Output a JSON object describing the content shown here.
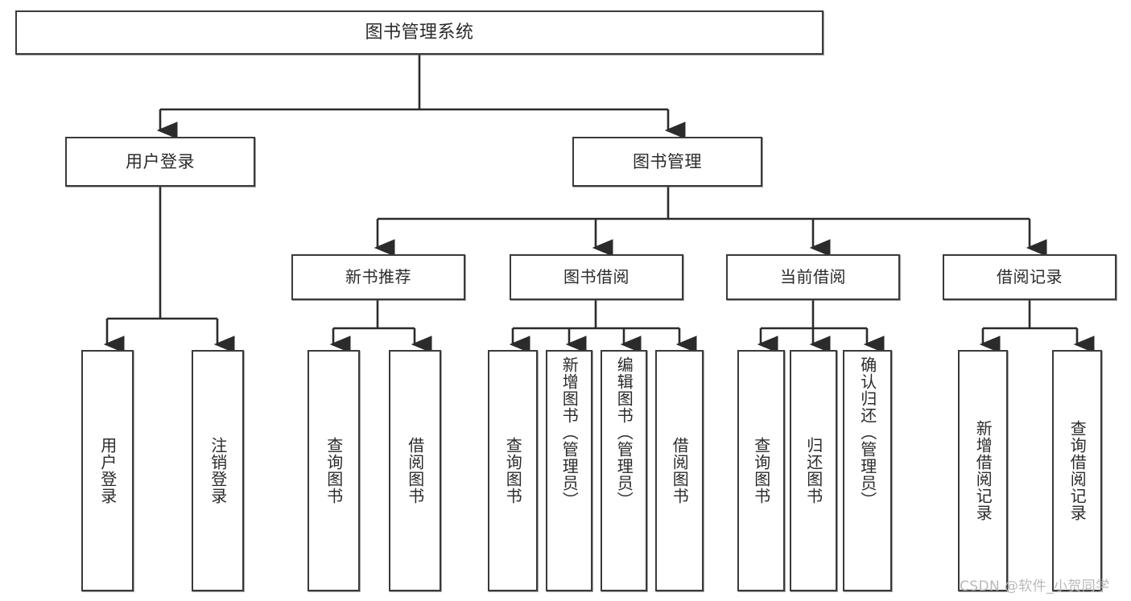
{
  "diagram": {
    "title": "图书管理系统",
    "type": "tree-hierarchy-chart",
    "watermark": "CSDN @软件_小贺同学",
    "colors": {
      "box_border": "#3a3a3a",
      "box_fill": "#ffffff",
      "edge": "#2b2b2b",
      "text": "#2b2b2b",
      "watermark": "#b9b9b9",
      "background": "#ffffff"
    },
    "levels": {
      "root": {
        "label": "图书管理系统"
      },
      "level2": [
        {
          "label": "用户登录"
        },
        {
          "label": "图书管理"
        }
      ],
      "level3": [
        {
          "label": "新书推荐"
        },
        {
          "label": "图书借阅"
        },
        {
          "label": "当前借阅"
        },
        {
          "label": "借阅记录"
        }
      ],
      "leaves": {
        "user_login": [
          {
            "label": "用户登录"
          },
          {
            "label": "注销登录"
          }
        ],
        "new_book_recommend": [
          {
            "label": "查询图书"
          },
          {
            "label": "借阅图书"
          }
        ],
        "book_borrow": [
          {
            "label": "查询图书"
          },
          {
            "label": "新增图书（管理员）"
          },
          {
            "label": "编辑图书（管理员）"
          },
          {
            "label": "借阅图书"
          }
        ],
        "current_borrow": [
          {
            "label": "查询图书"
          },
          {
            "label": "归还图书"
          },
          {
            "label": "确认归还（管理员）"
          }
        ],
        "borrow_record": [
          {
            "label": "新增借阅记录"
          },
          {
            "label": "查询借阅记录"
          }
        ]
      }
    }
  },
  "chart_data": {
    "type": "tree",
    "title": "图书管理系统",
    "root": {
      "label": "图书管理系统",
      "children": [
        {
          "label": "用户登录",
          "children": [
            {
              "label": "用户登录"
            },
            {
              "label": "注销登录"
            }
          ]
        },
        {
          "label": "图书管理",
          "children": [
            {
              "label": "新书推荐",
              "children": [
                {
                  "label": "查询图书"
                },
                {
                  "label": "借阅图书"
                }
              ]
            },
            {
              "label": "图书借阅",
              "children": [
                {
                  "label": "查询图书"
                },
                {
                  "label": "新增图书（管理员）"
                },
                {
                  "label": "编辑图书（管理员）"
                },
                {
                  "label": "借阅图书"
                }
              ]
            },
            {
              "label": "当前借阅",
              "children": [
                {
                  "label": "查询图书"
                },
                {
                  "label": "归还图书"
                },
                {
                  "label": "确认归还（管理员）"
                }
              ]
            },
            {
              "label": "借阅记录",
              "children": [
                {
                  "label": "新增借阅记录"
                },
                {
                  "label": "查询借阅记录"
                }
              ]
            }
          ]
        }
      ]
    }
  }
}
